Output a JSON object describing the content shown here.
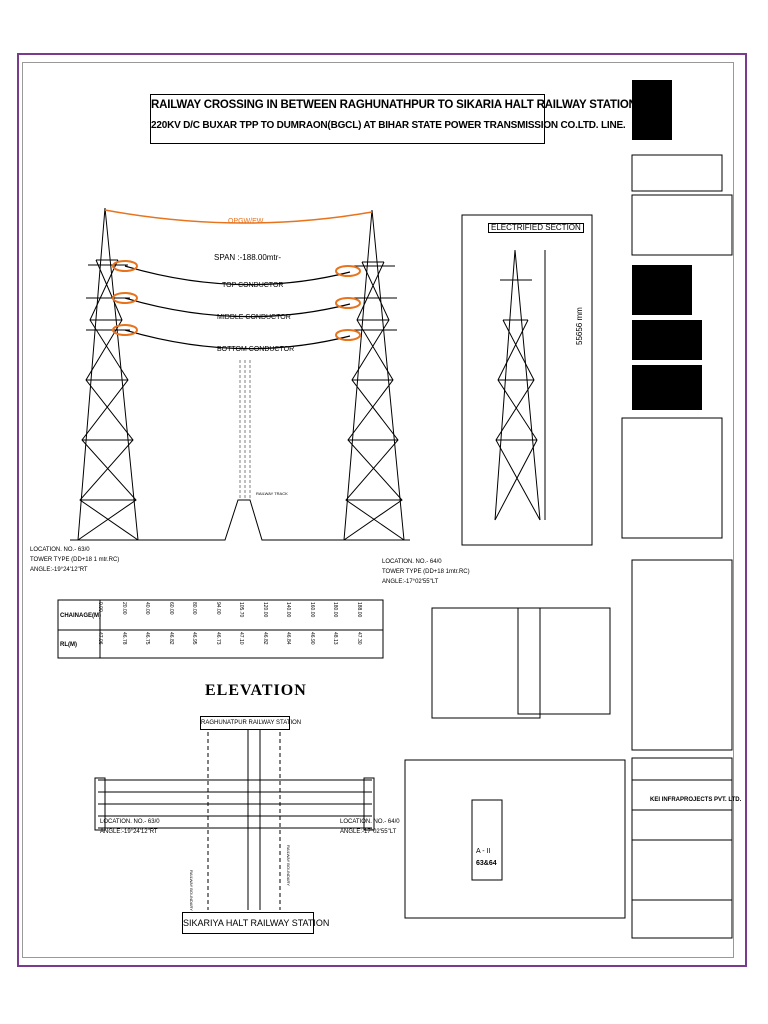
{
  "title": {
    "line1": "RAILWAY CROSSING IN BETWEEN RAGHUNATHPUR  TO SIKARIA HALT RAILWAY STATION.",
    "line2": "220KV D/C BUXAR TPP TO DUMRAON(BGCL) AT BIHAR STATE POWER  TRANSMISSION CO.LTD. LINE."
  },
  "elevation": {
    "opgw": "OPGW/EW",
    "span": "SPAN :-188.00mtr-",
    "top_conductor": "TOP CONDUCTOR",
    "middle_conductor": "MIDDLE CONDUCTOR",
    "bottom_conductor": "BOTTOM CONDUCTOR",
    "railway_track": "RAILWAY TRACK",
    "left_tower": {
      "location": "LOCATION. NO.- 63/0",
      "type": "TOWER TYPE (DD+18 1 mtr.RC)",
      "angle": "ANGLE:-19°24'12\"RT"
    },
    "right_tower": {
      "location": "LOCATION. NO.- 64/0",
      "type": "TOWER TYPE (DD+18 1mtr.RC)",
      "angle": "ANGLE:-17°02'55\"LT"
    },
    "chainage_label": "CHAINAGE(M)",
    "rl_label": "RL(M)",
    "chainage_values": [
      "0.00",
      "20.00",
      "40.00",
      "60.00",
      "80.00",
      "94.00",
      "105.70",
      "120.00",
      "140.00",
      "160.00",
      "180.00",
      "188.00"
    ],
    "rl_values": [
      "47.06",
      "46.78",
      "46.75",
      "46.82",
      "46.95",
      "46.73",
      "47.10",
      "46.82",
      "46.84",
      "46.90",
      "48.13",
      "47.30"
    ],
    "heading": "ELEVATION"
  },
  "plan": {
    "raghunathpur": "RAGHUNATPUR RAILWAY STATION",
    "sikariya": "SIKARIYA HALT RAILWAY STATION",
    "left_location": "LOCATION. NO.- 63/0",
    "left_angle": "ANGLE:-19°24'12\"RT",
    "right_location": "LOCATION. NO.- 64/0",
    "right_angle": "ANGLE:-17°02'55\"LT",
    "boundary_left": "RAILWAY BOUNDARY",
    "boundary_right": "RAILWAY BOUNDARY"
  },
  "electrified": {
    "title": "ELECTRIFIED SECTION",
    "dimension": "55656 mm"
  },
  "signage": {
    "box_letters": "A - II",
    "box_number": "63&64"
  },
  "title_block": {
    "contractor": "KEI INFRAPROJECTS PVT. LTD."
  },
  "colors": {
    "border": "#7a3b8c",
    "opgw": "#e8731c",
    "insulator": "#e8731c"
  }
}
